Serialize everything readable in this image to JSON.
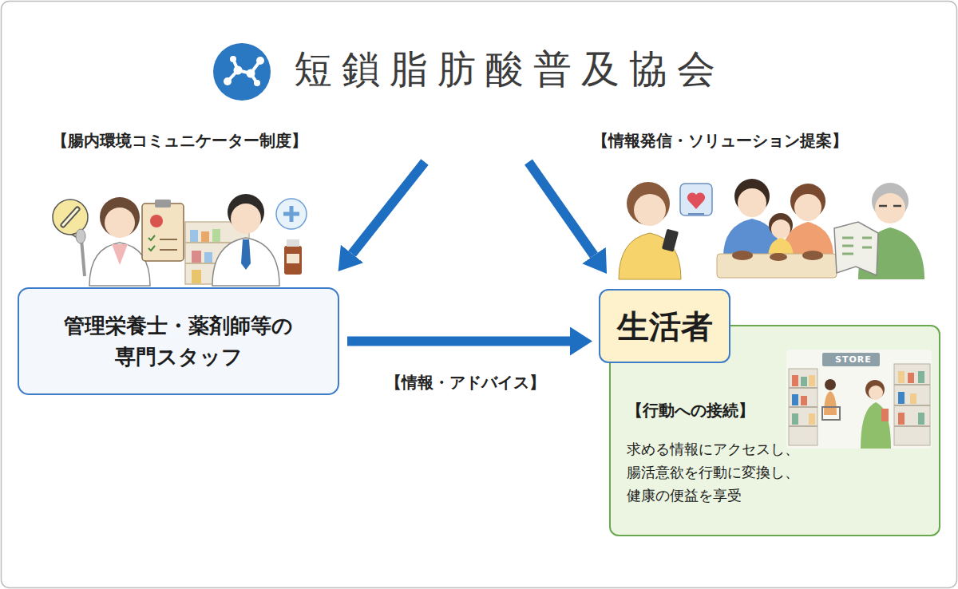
{
  "diagram": {
    "title": "短鎖脂肪酸普及協会",
    "nodes": [
      {
        "text": [
          "管理栄養士・薬剤師等の 専門スタッフ"
        ]
      },
      {
        "text": [
          "生活者"
        ]
      },
      {
        "text": [
          "【行動への接続】",
          "求める情報にアクセスし、 腸活意欲を行動に変換し、 健康の便益を享受"
        ]
      }
    ],
    "edges": [
      {
        "from": 0,
        "to": 1,
        "label": "【情報・アドバイス】",
        "arrow": "to"
      }
    ],
    "labels": [
      "【腸内環境コミュニケーター制度】",
      "【情報発信・ソリューション提案】",
      "STORE"
    ]
  }
}
